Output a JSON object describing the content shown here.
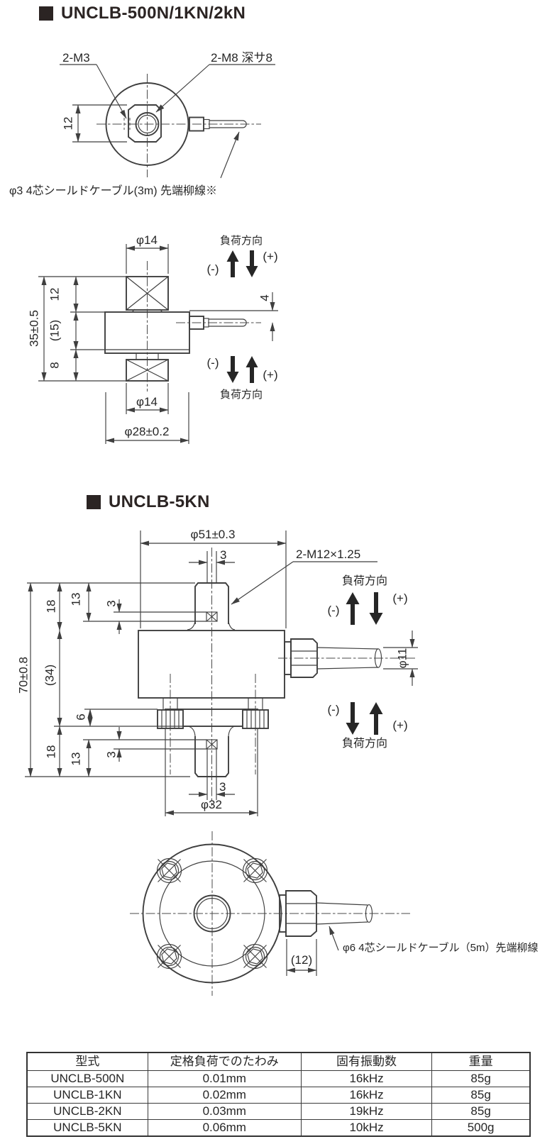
{
  "titles": {
    "small": "UNCLB-500N/1KN/2kN",
    "large": "UNCLB-5KN"
  },
  "d1": {
    "label_m3": "2-M3",
    "label_m8": "2-M8 深サ8",
    "dim12": "12",
    "cable_note": "φ3 4芯シールドケーブル(3m) 先端柳線※"
  },
  "d2": {
    "phi14_top": "φ14",
    "phi14_bot": "φ14",
    "phi28": "φ28±0.2",
    "h35": "35±0.5",
    "h12": "12",
    "h15": "(15)",
    "h8": "8",
    "d4": "4",
    "load_top": {
      "title": "負荷方向",
      "minus": "(-)",
      "plus": "(+)"
    },
    "load_bot": {
      "title": "負荷方向",
      "minus": "(-)",
      "plus": "(+)"
    }
  },
  "d3": {
    "phi51": "φ51±0.3",
    "tab3_top": "3",
    "label_m12": "2-M12×1.25",
    "h18_top": "18",
    "h13_top": "13",
    "h3_top": "3",
    "h70": "70±0.8",
    "h34": "(34)",
    "h6": "6",
    "h18_bot": "18",
    "h13_bot": "13",
    "h3_bot": "3",
    "phi11": "φ11",
    "tab3_bot": "3",
    "phi32": "φ32",
    "load_top": {
      "title": "負荷方向",
      "minus": "(-)",
      "plus": "(+)"
    },
    "load_bot": {
      "title": "負荷方向",
      "minus": "(-)",
      "plus": "(+)"
    }
  },
  "d4": {
    "dim12": "(12)",
    "cable_note": "φ6 4芯シールドケーブル（5m）先端柳線"
  },
  "table": {
    "headers": [
      "型式",
      "定格負荷でのたわみ",
      "固有振動数",
      "重量"
    ],
    "rows": [
      [
        "UNCLB-500N",
        "0.01mm",
        "16kHz",
        "85g"
      ],
      [
        "UNCLB-1KN",
        "0.02mm",
        "16kHz",
        "85g"
      ],
      [
        "UNCLB-2KN",
        "0.03mm",
        "19kHz",
        "85g"
      ],
      [
        "UNCLB-5KN",
        "0.06mm",
        "10kHz",
        "500g"
      ]
    ]
  }
}
